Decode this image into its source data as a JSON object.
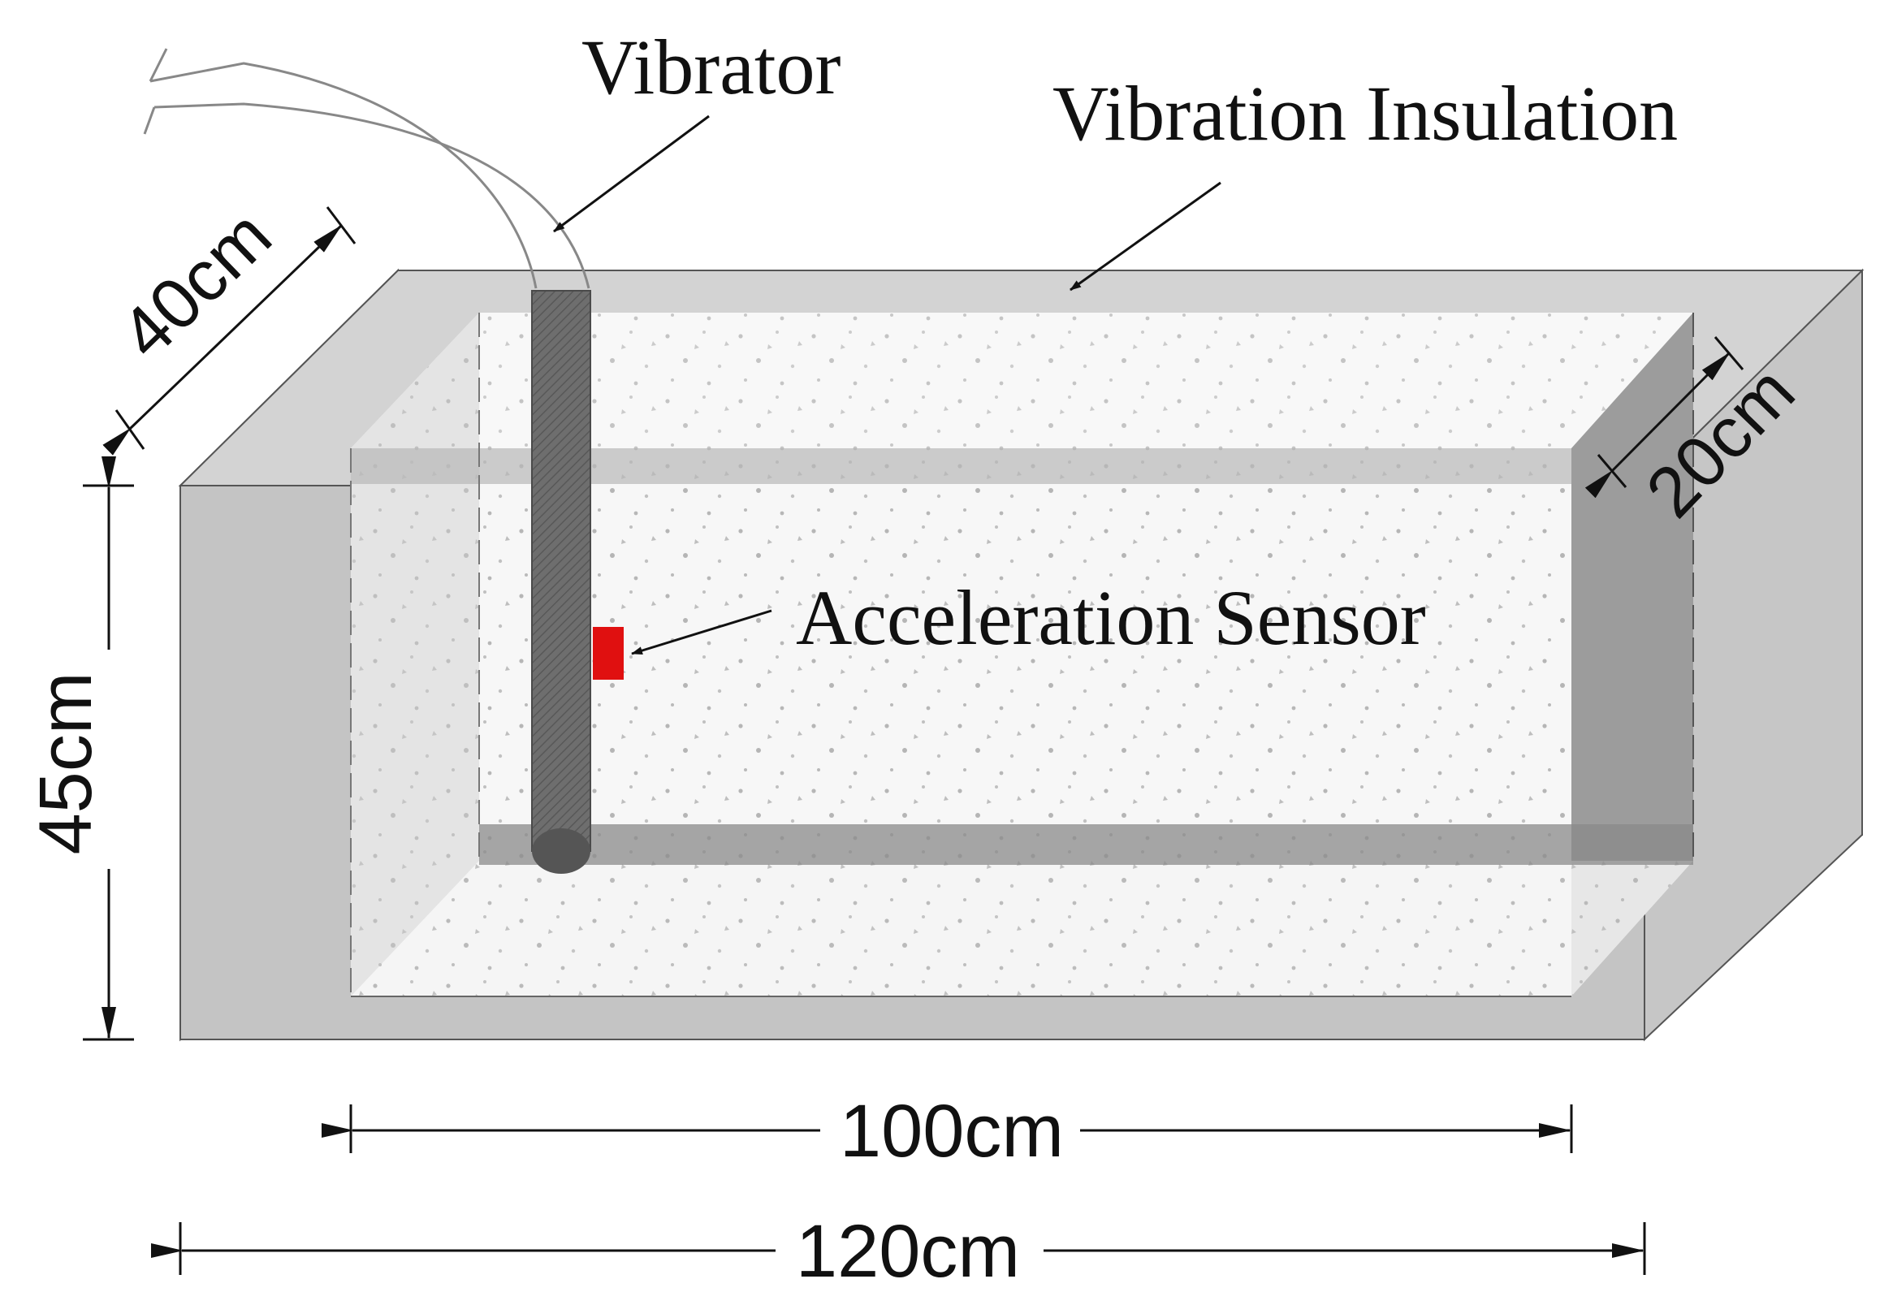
{
  "labels": {
    "vibrator": "Vibrator",
    "insulation": "Vibration Insulation",
    "sensor": "Acceleration Sensor"
  },
  "dimensions": {
    "depth_outer": "40cm",
    "depth_inner": "20cm",
    "height": "45cm",
    "inner_length": "100cm",
    "outer_length": "120cm"
  },
  "colors": {
    "insulation_fill": "#c4c4c4",
    "concrete_fill": "#f7f7f7",
    "vibrator_fill": "#6a6a6a",
    "sensor": "#e01010",
    "line": "#222222"
  }
}
